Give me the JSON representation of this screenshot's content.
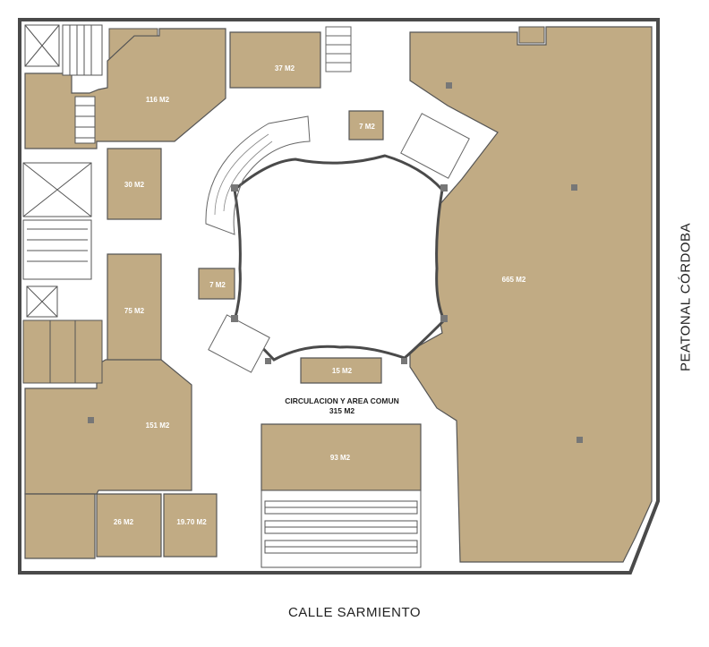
{
  "colors": {
    "unit_fill": "#c1ab84",
    "wall": "#4a4a4a",
    "common_area": "#ffffff",
    "label_text": "#ffffff",
    "dark_text": "#222222"
  },
  "units": [
    {
      "id": "unit-116",
      "label": "116 M2"
    },
    {
      "id": "unit-37",
      "label": "37 M2"
    },
    {
      "id": "unit-7-top",
      "label": "7 M2"
    },
    {
      "id": "unit-30",
      "label": "30 M2"
    },
    {
      "id": "unit-7-left",
      "label": "7 M2"
    },
    {
      "id": "unit-75",
      "label": "75 M2"
    },
    {
      "id": "unit-151",
      "label": "151 M2"
    },
    {
      "id": "unit-26",
      "label": "26 M2"
    },
    {
      "id": "unit-19-70",
      "label": "19.70 M2"
    },
    {
      "id": "unit-15",
      "label": "15 M2"
    },
    {
      "id": "unit-93",
      "label": "93 M2"
    },
    {
      "id": "unit-665",
      "label": "665 M2"
    }
  ],
  "common_area": {
    "line1": "CIRCULACION Y AREA COMUN",
    "line2": "315 M2"
  },
  "streets": {
    "bottom": "CALLE SARMIENTO",
    "right": "PEATONAL CÓRDOBA"
  }
}
